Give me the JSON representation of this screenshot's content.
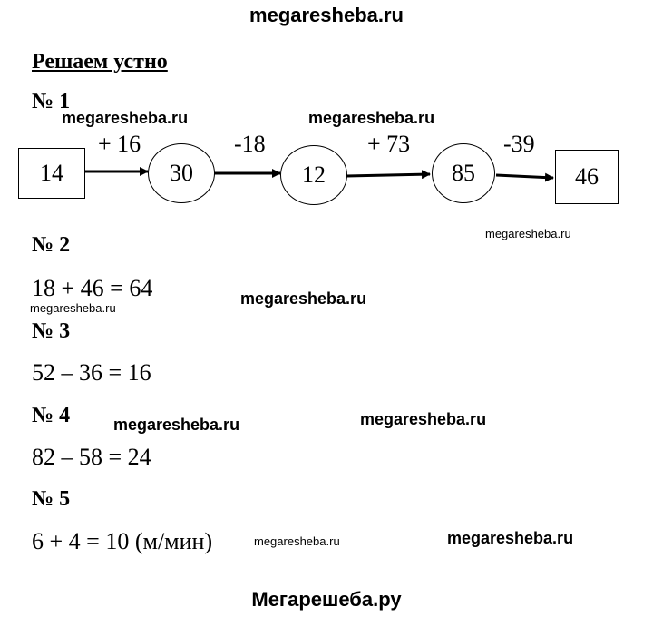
{
  "header": {
    "site": "megaresheba.ru"
  },
  "section_title": "Решаем устно",
  "watermark": "megaresheba.ru",
  "tasks": [
    {
      "label": "№ 1",
      "chain": {
        "start": "14",
        "nodes": [
          "30",
          "12",
          "85"
        ],
        "end": "46",
        "ops": [
          "+ 16",
          "-18",
          "+ 73",
          "-39"
        ]
      }
    },
    {
      "label": "№ 2",
      "answer": "18 + 46 = 64"
    },
    {
      "label": "№ 3",
      "answer": "52 – 36 = 16"
    },
    {
      "label": "№ 4",
      "answer": "82 – 58 = 24"
    },
    {
      "label": "№ 5",
      "answer": "6 + 4 = 10 (м/мин)"
    }
  ],
  "footer": {
    "site": "Мегарешеба.ру"
  }
}
